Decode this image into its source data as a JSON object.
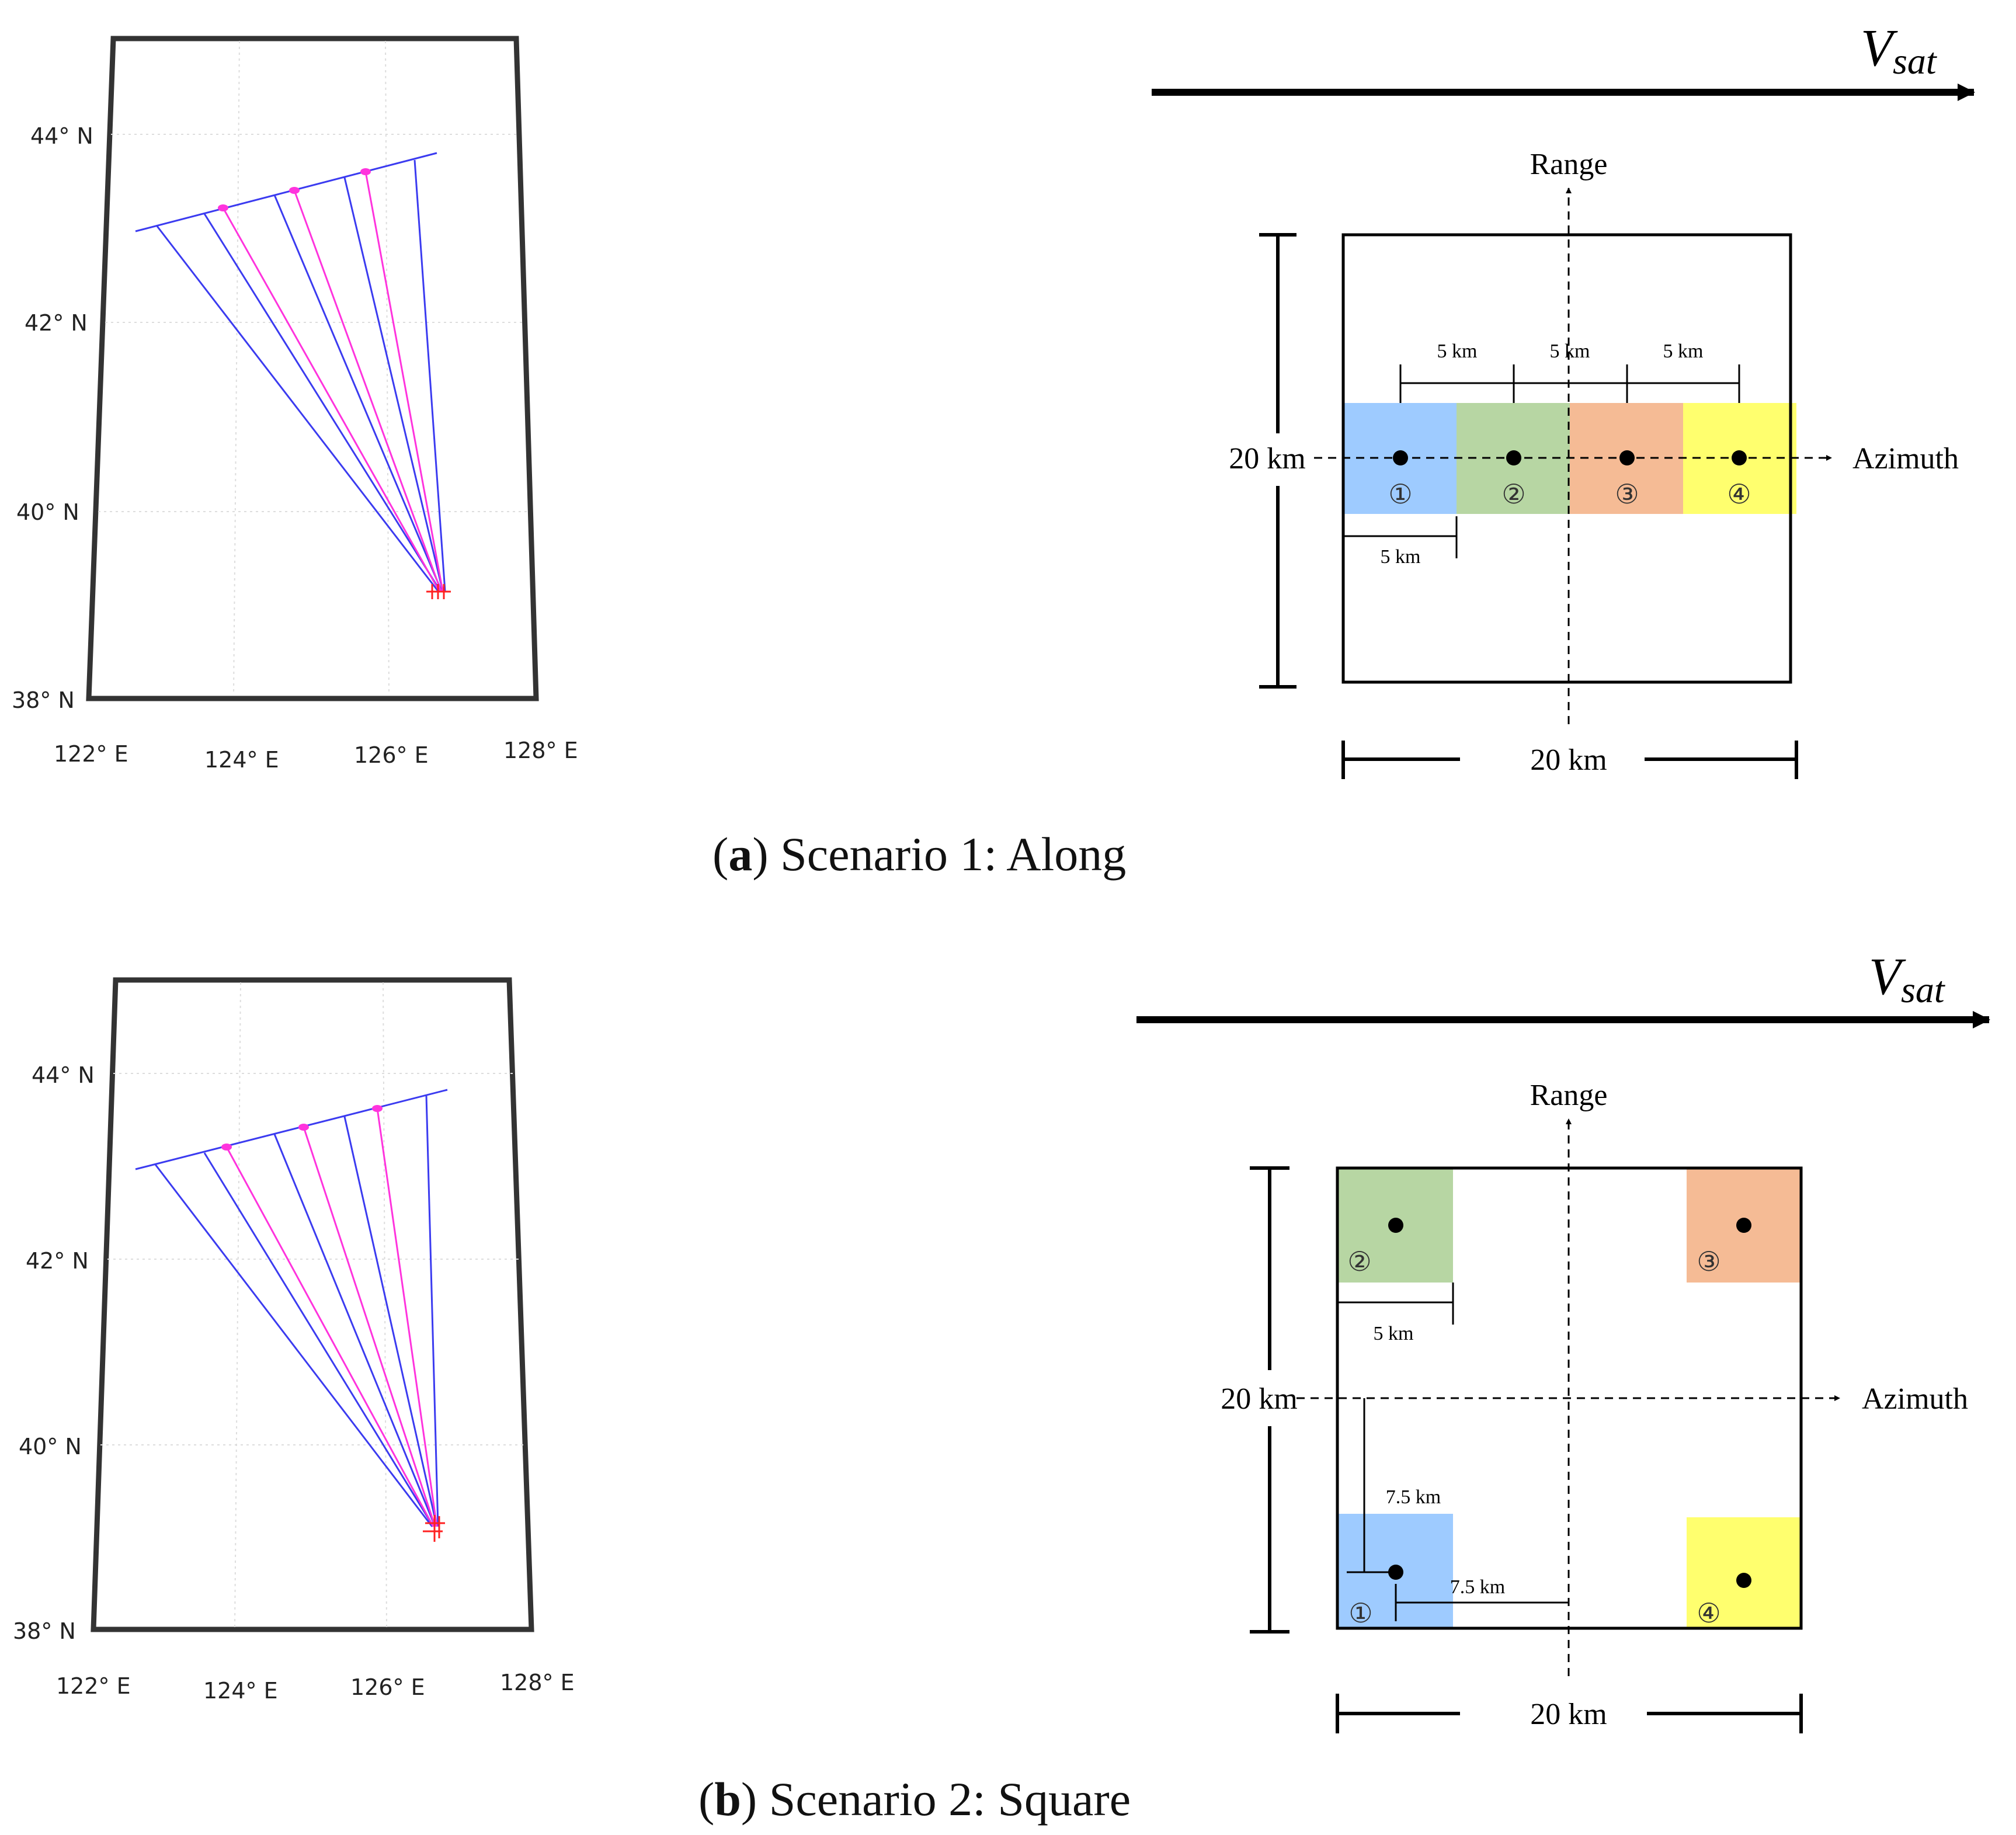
{
  "colors": {
    "map_blue": "#3b3bf0",
    "map_magenta": "#ff33dd",
    "map_red": "#ff2020",
    "zone1": "#9ecbff",
    "zone2": "#b7d6a3",
    "zone3": "#f5bb95",
    "zone4": "#ffff6e"
  },
  "map": {
    "lat_labels": [
      "44° N",
      "42° N",
      "40° N",
      "38° N"
    ],
    "lon_labels": [
      "122° E",
      "124° E",
      "126° E",
      "128° E"
    ]
  },
  "velocity_label": "V_sat",
  "velocity_main": "V",
  "velocity_sub": "sat",
  "range_label": "Range",
  "azimuth_label": "Azimuth",
  "scene_size": "20 km",
  "scenario_a": {
    "caption_letter": "a",
    "caption_text": ") Scenario 1: Along",
    "spacing_labels": [
      "5 km",
      "5 km",
      "5 km"
    ],
    "zone_width_label": "5 km",
    "targets": [
      "①",
      "②",
      "③",
      "④"
    ]
  },
  "scenario_b": {
    "caption_letter": "b",
    "caption_text": ") Scenario 2: Square",
    "zone_width_label": "5 km",
    "offset_range_label": "7.5 km",
    "offset_azimuth_label": "7.5 km",
    "targets": [
      "①",
      "②",
      "③",
      "④"
    ]
  },
  "caption_open": "("
}
